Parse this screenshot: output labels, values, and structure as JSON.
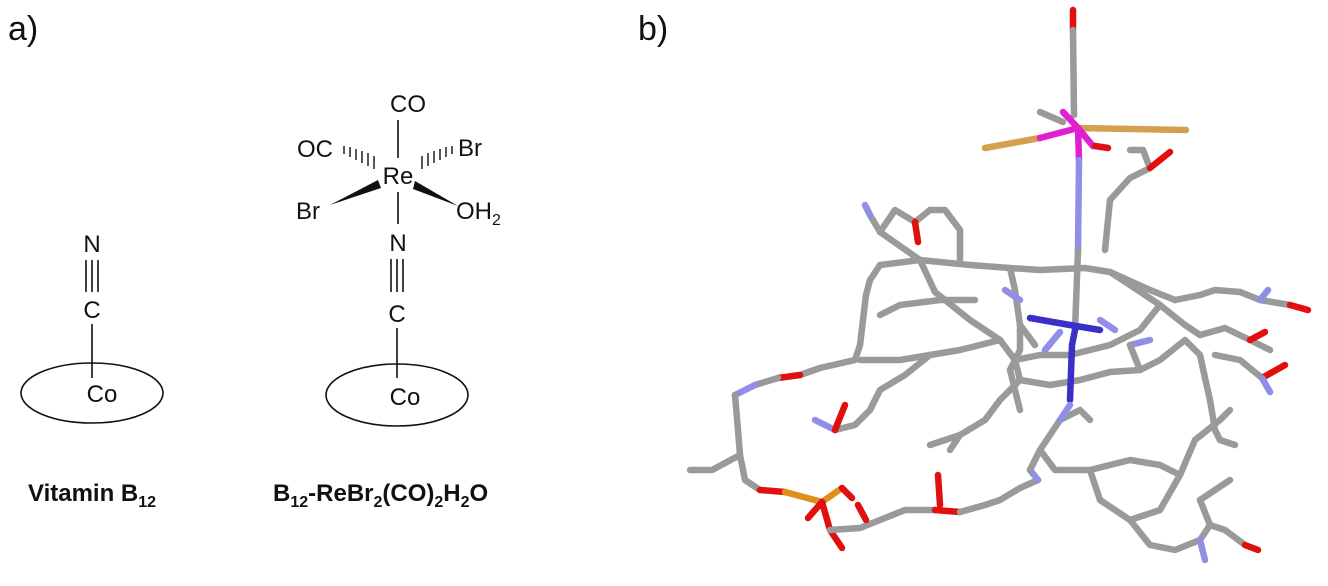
{
  "panels": {
    "a": {
      "label": "a)"
    },
    "b": {
      "label": "b)"
    }
  },
  "vitamin_b12": {
    "atom_n": "N",
    "atom_c": "C",
    "atom_co": "Co",
    "caption_main": "Vitamin B",
    "caption_sub": "12"
  },
  "rhenium_complex": {
    "ligand_top": "CO",
    "ligand_left_up": "OC",
    "ligand_right_up": "Br",
    "metal": "Re",
    "ligand_left_down": "Br",
    "ligand_right_down": "OH",
    "ligand_right_down_sub": "2",
    "atom_n": "N",
    "atom_c": "C",
    "atom_co": "Co",
    "caption": {
      "p1": "B",
      "s1": "12",
      "p2": "-ReBr",
      "s2": "2",
      "p3": "(CO)",
      "s3": "2",
      "p4": "H",
      "s4": "2",
      "p5": "O"
    }
  },
  "colors": {
    "carbon": "#9a9a9a",
    "nitrogen": "#8f8fe6",
    "oxygen": "#e01010",
    "rhenium": "#e020d0",
    "bromine": "#d4a050",
    "phosphorus": "#e0901a",
    "cobalt": "#3a30c8"
  }
}
